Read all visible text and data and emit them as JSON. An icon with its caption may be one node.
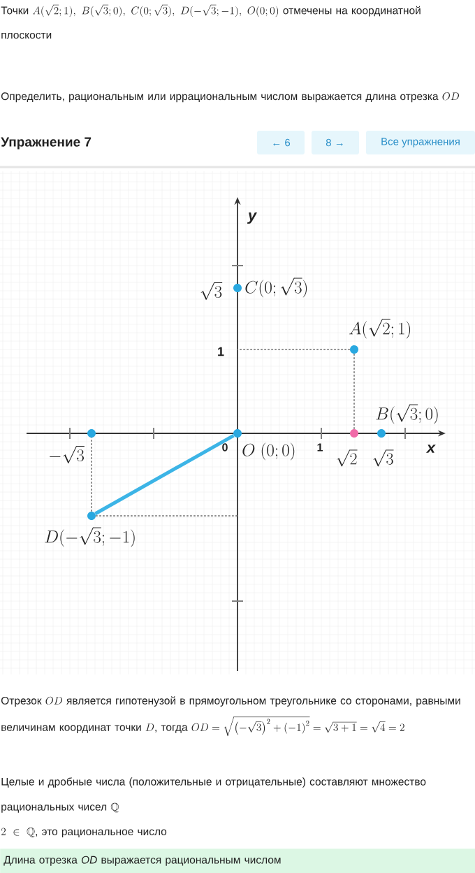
{
  "diagram": {
    "nodes": [
      {
        "text": [
          "← 6"
        ]
      },
      {
        "text": [
          "8 →"
        ]
      },
      {
        "text": [
          "Все упражнения"
        ]
      },
      {
        "text": [],
        "shape": "circle",
        "beside": [
          "C(0;\\sqrt{3})"
        ]
      },
      {
        "text": [],
        "shape": "circle",
        "beside": [
          "A(\\sqrt{2};1)"
        ]
      },
      {
        "text": [],
        "shape": "circle"
      },
      {
        "text": [],
        "shape": "circle",
        "beside": [
          "O\\ (0;0)"
        ]
      },
      {
        "text": [],
        "shape": "circle"
      },
      {
        "text": [],
        "shape": "circle",
        "beside": [
          "B(\\sqrt{3};0)"
        ]
      },
      {
        "text": [],
        "shape": "circle",
        "beside": [
          "D(-\\sqrt{3};-1)"
        ]
      },
      {
        "text": [
          "Длина отрезка *OD* выражается рациональным числом"
        ]
      }
    ],
    "edges": [
      {
        "from": 9,
        "to": 6,
        "arrow": "none",
        "style": "thick",
        "color": "#3cb4e6"
      },
      {
        "from": 4,
        "to": 7,
        "arrow": "none",
        "style": "dashed"
      },
      {
        "from": 4,
        "to": null,
        "arrow": "none",
        "style": "dashed"
      },
      {
        "from": 9,
        "to": 5,
        "arrow": "none",
        "style": "dashed"
      },
      {
        "from": 9,
        "to": null,
        "arrow": "none",
        "style": "dashed"
      }
    ],
    "labels": [
      "Точки",
      "A(\\sqrt{2};1),\\ B(\\sqrt{3};0),\\ C(0;\\sqrt{3}),\\ D(-\\sqrt{3};-1),\\ O(0;0)",
      "отмечены на координатной плоскости",
      "Определить, рациональным или иррациональным числом выражается длина отрезка",
      "OD",
      "Упражнение 7",
      "y",
      "\\sqrt{3}",
      "1",
      "-\\sqrt{3}",
      "0",
      "1",
      "\\sqrt{2}",
      "\\sqrt{3}",
      "x",
      "Отрезок",
      "OD",
      "является гипотенузой в прямоугольном треугольнике со сторонами, равными величинам координат точки",
      "D",
      ", тогда",
      "OD=\\sqrt{\\left(-\\sqrt{3}\\right)^2+\\left(-1\\right)^2}=\\sqrt{3+1}=\\sqrt{4}=2",
      "Целые и дробные числа (положительные и отрицательные) составляют множество рациональных чисел",
      "\\mathbb{Q}",
      "2\\ \\in\\ \\mathbb{Q}",
      ", это рациональное число"
    ]
  }
}
